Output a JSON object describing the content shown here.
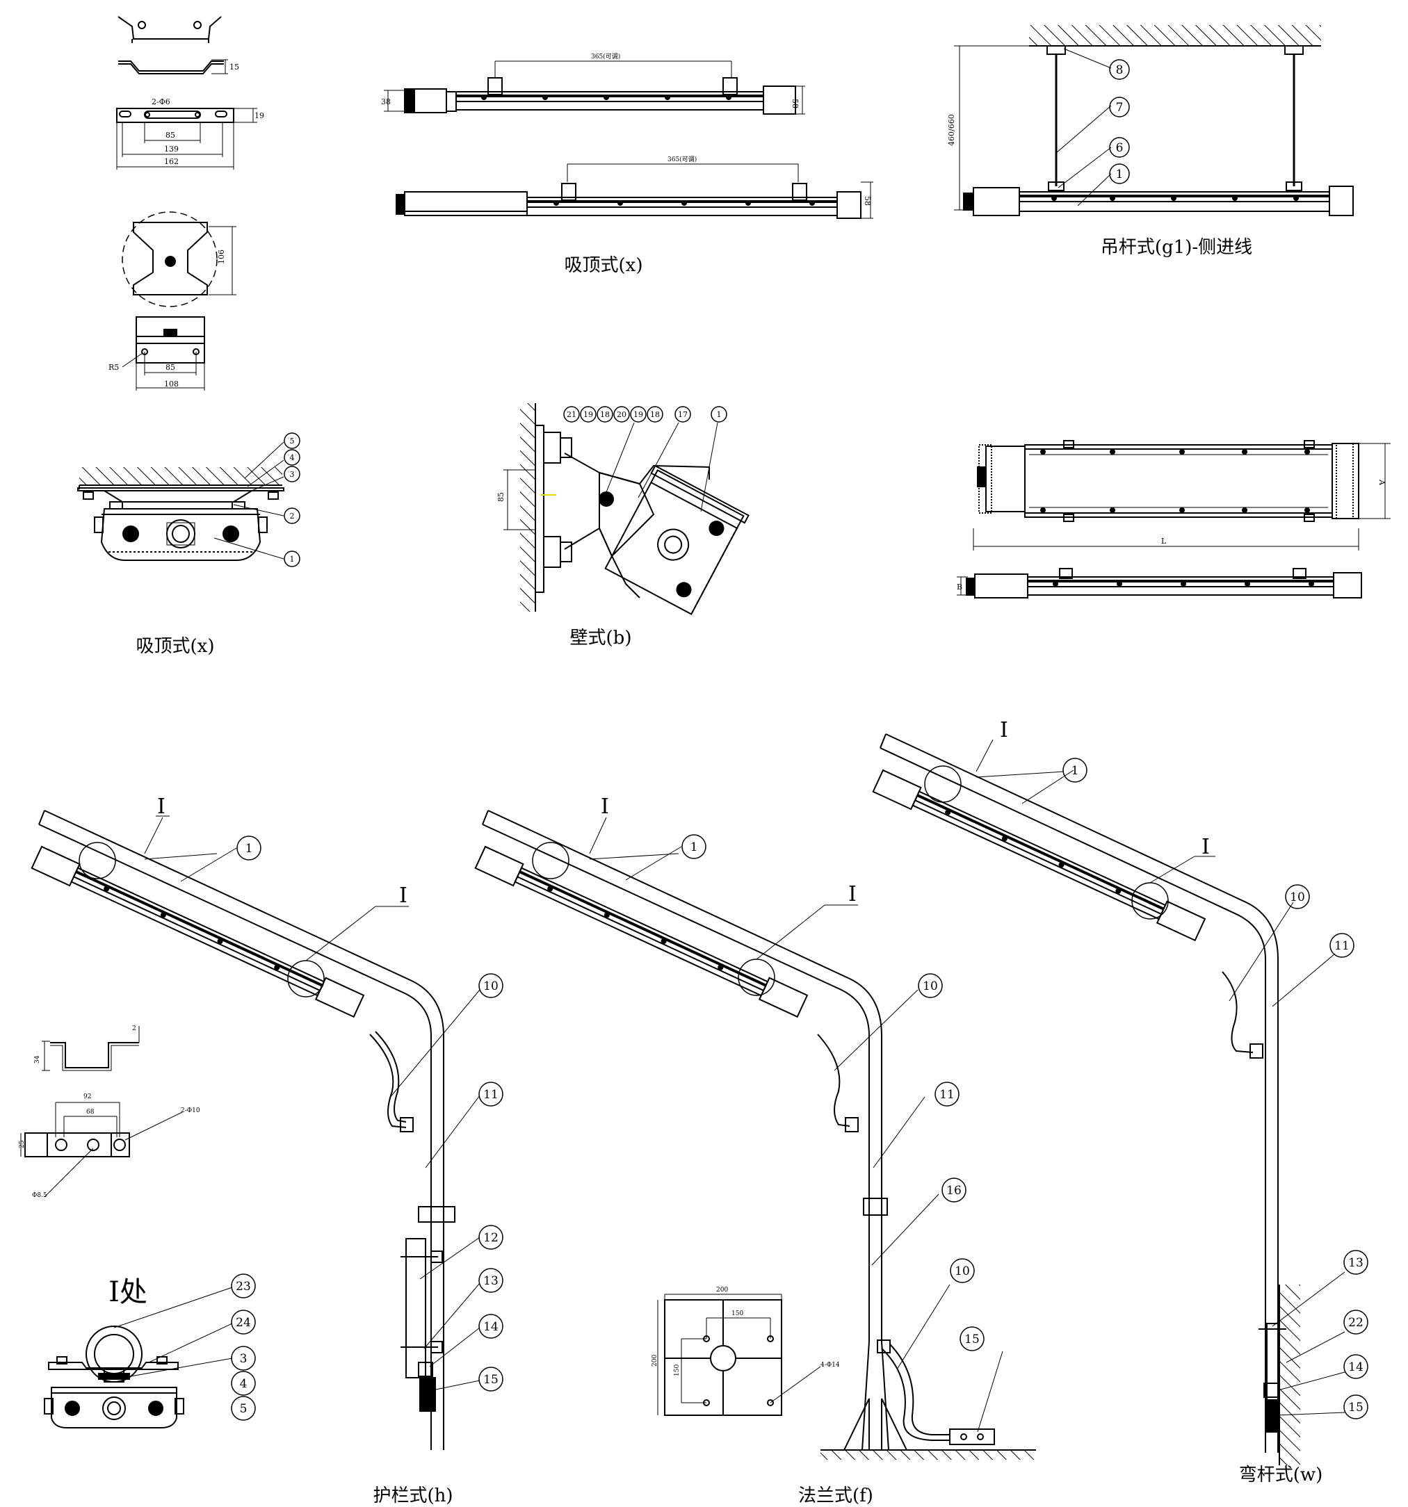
{
  "captions": {
    "ceiling_x_top": "吸顶式(x)",
    "ceiling_x_side": "吸顶式(x)",
    "pendant_g1": "吊杆式(g1)-侧进线",
    "wall_b": "壁式(b)",
    "guardrail_h": "护栏式(h)",
    "flange_f": "法兰式(f)",
    "bent_pole_w": "弯杆式(w)",
    "detail_i": "Ⅰ处"
  },
  "roman_marker": "I",
  "dimensions": {
    "bracket_hole": "2-Φ6",
    "bracket_15": "15",
    "bracket_19": "19",
    "bracket_85": "85",
    "bracket_139": "139",
    "bracket_162": "162",
    "clip_106": "106",
    "plate_r5": "R5",
    "plate_85": "85",
    "plate_108": "108",
    "spacing_365_a": "365(可调)",
    "spacing_365_b": "365(可调)",
    "height_38": "38",
    "height_58_a": "58",
    "height_58_b": "58",
    "pendant_height": "460/660",
    "wall_85": "85",
    "lamp_L": "L",
    "lamp_A": "A",
    "lamp_B": "B",
    "uclip_34": "34",
    "uclip_2": "2",
    "uclip_92": "92",
    "uclip_68": "68",
    "uclip_hole": "2-Φ10",
    "uclip_25": "25",
    "uclip_phi": "Φ8.5",
    "flange_200_w": "200",
    "flange_150_w": "150",
    "flange_200_h": "200",
    "flange_150_h": "150",
    "flange_hole": "4-Φ14"
  },
  "bubbles": {
    "ceiling_side": [
      "5",
      "4",
      "3",
      "2",
      "1"
    ],
    "pendant": [
      "8",
      "7",
      "6",
      "1"
    ],
    "wall": [
      "21",
      "19",
      "18",
      "20",
      "19",
      "18",
      "17",
      "1"
    ],
    "guardrail": [
      "1",
      "10",
      "11",
      "12",
      "13",
      "14",
      "15"
    ],
    "flange": [
      "1",
      "10",
      "11",
      "16",
      "10",
      "15"
    ],
    "bent_pole": [
      "1",
      "10",
      "11",
      "13",
      "22",
      "14",
      "15"
    ],
    "detail": [
      "23",
      "24",
      "3",
      "4",
      "5"
    ]
  },
  "colors": {
    "line": "#000000",
    "background": "#ffffff",
    "marker": "#e8d400"
  }
}
